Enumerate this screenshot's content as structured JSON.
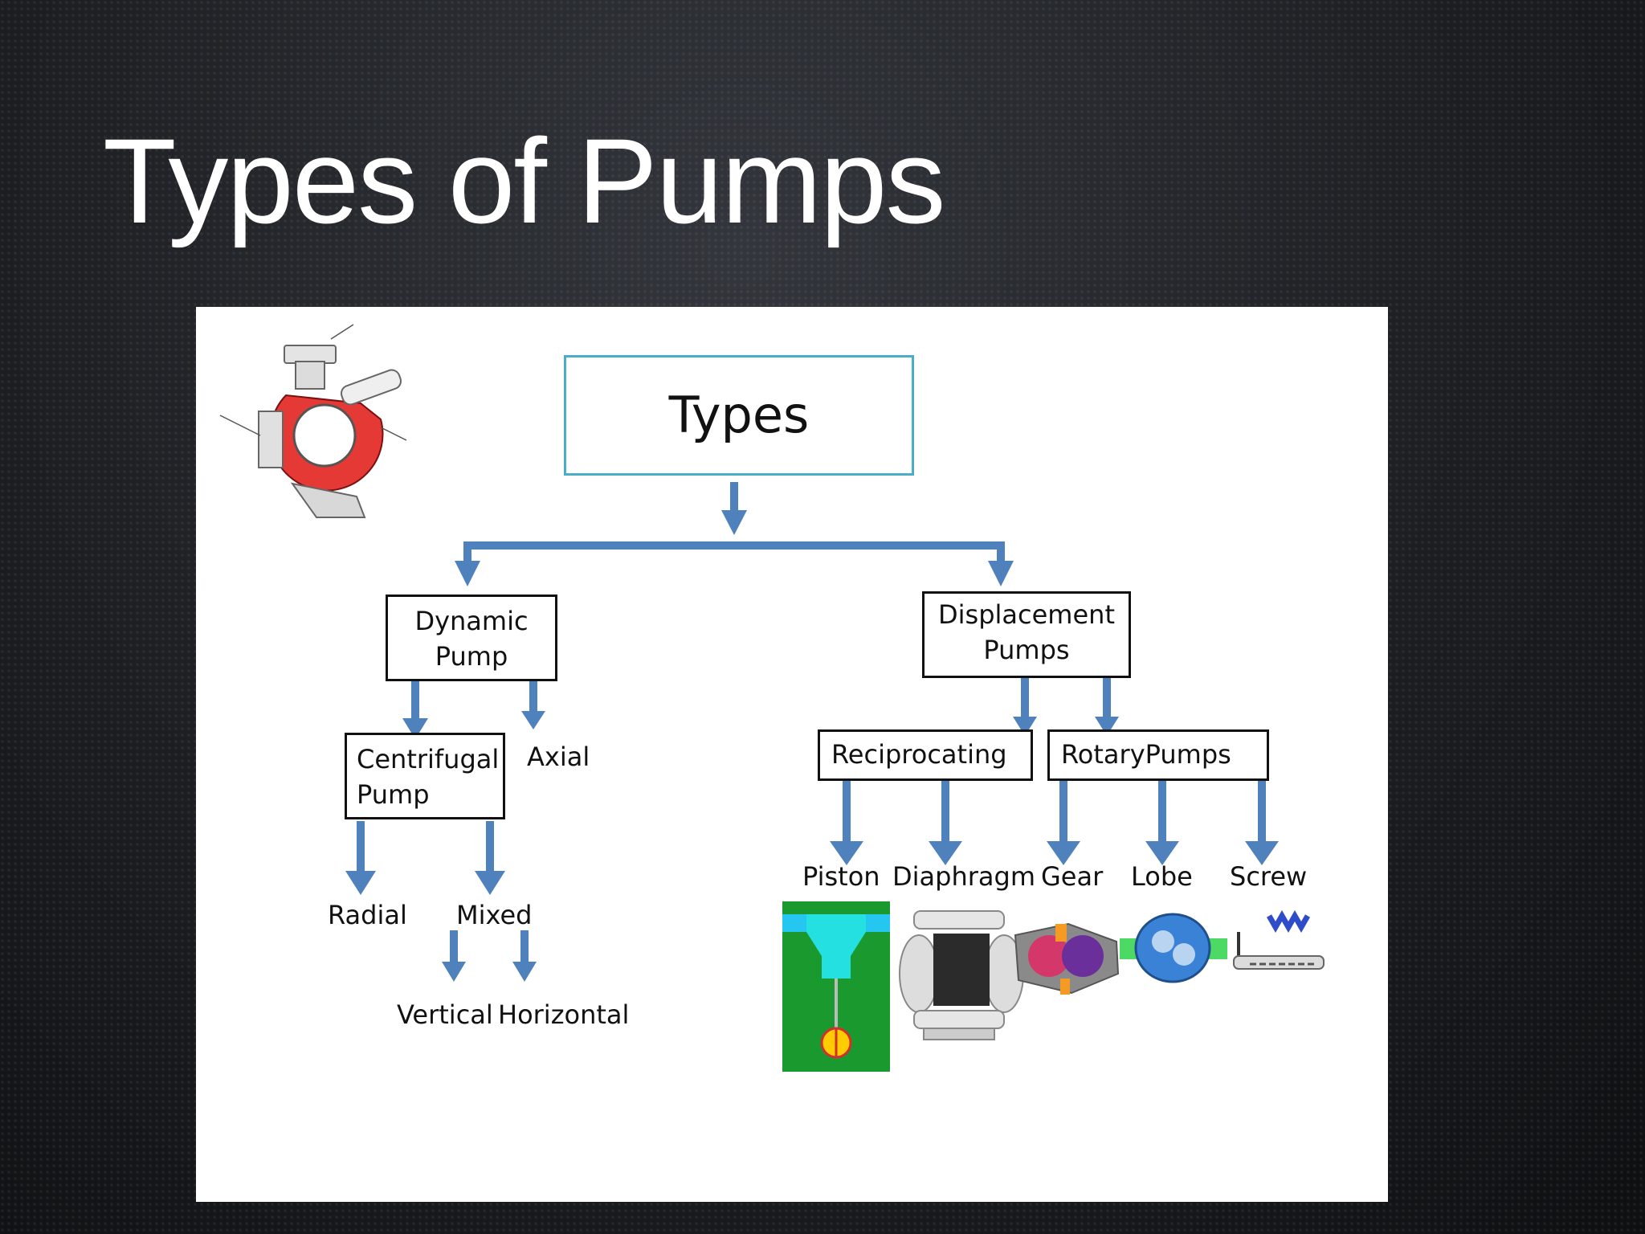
{
  "slide": {
    "title": "Types of Pumps"
  },
  "diagram": {
    "root": "Types",
    "dynamic_pump": [
      "Dynamic",
      "Pump"
    ],
    "displacement_pumps": [
      "Displacement",
      "Pumps"
    ],
    "centrifugal_pump": [
      "Centrifugal",
      "Pump"
    ],
    "axial": "Axial",
    "reciprocating": "Reciprocating",
    "rotary_pumps": "RotaryPumps",
    "radial": "Radial",
    "mixed": "Mixed",
    "vertical": "Vertical",
    "horizontal": "Horizontal",
    "piston": "Piston",
    "diaphragm": "Diaphragm",
    "gear": "Gear",
    "lobe": "Lobe",
    "screw": "Screw",
    "colors": {
      "connector": "#4f81bd",
      "root_border": "#4bacc6",
      "box_border": "#111111"
    }
  }
}
